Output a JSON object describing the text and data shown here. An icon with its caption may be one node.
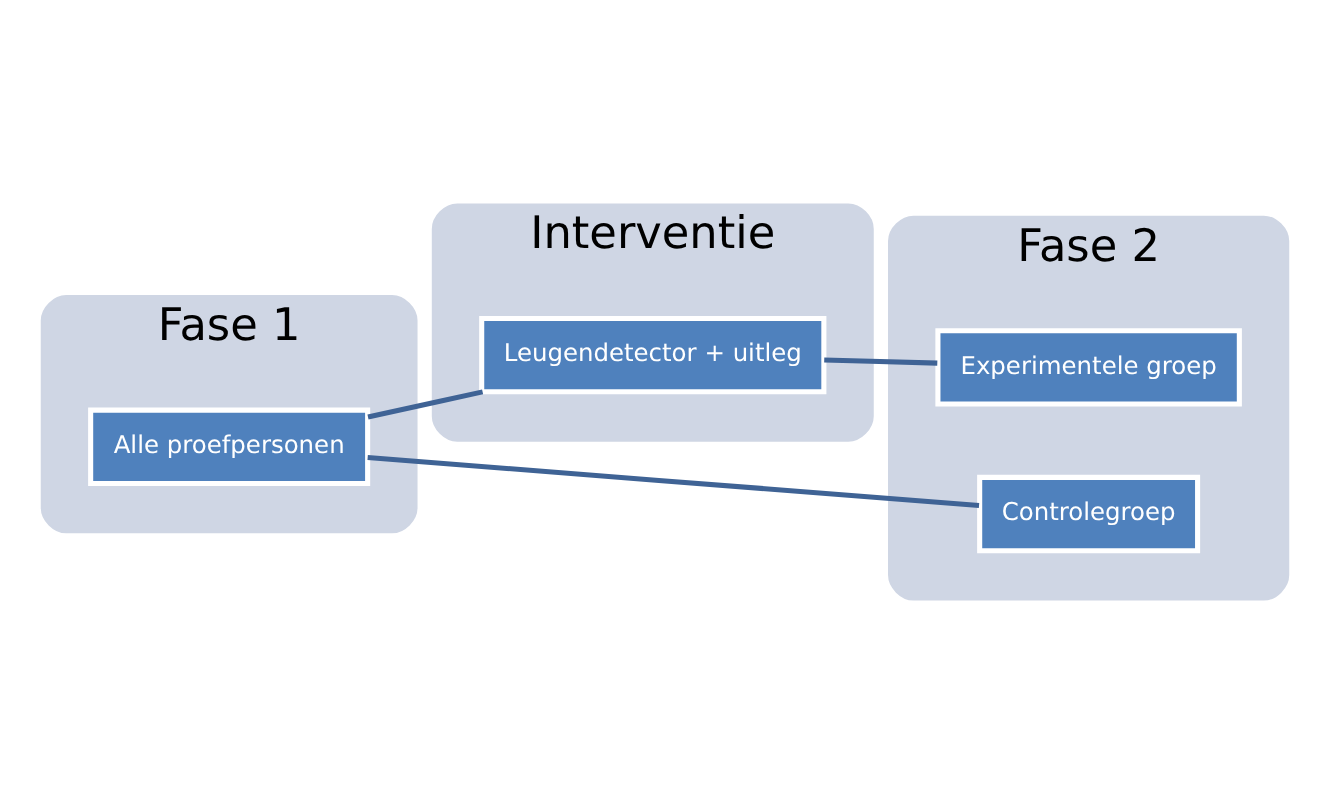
{
  "diagram": {
    "nodes": [
      {
        "text": [
          "Fase 1"
        ]
      },
      {
        "text": [
          "Interventie"
        ]
      },
      {
        "text": [
          "Fase 2"
        ]
      },
      {
        "text": [
          "Alle proefpersonen"
        ],
        "in": 0
      },
      {
        "text": [
          "Leugendetector + uitleg"
        ],
        "in": 1
      },
      {
        "text": [
          "Experimentele groep"
        ],
        "in": 2
      },
      {
        "text": [
          "Controlegroep"
        ],
        "in": 2
      }
    ],
    "edges": [
      {
        "from": 3,
        "to": 4,
        "arrow": "none"
      },
      {
        "from": 4,
        "to": 5,
        "arrow": "none"
      },
      {
        "from": 3,
        "to": 6,
        "arrow": "none"
      }
    ]
  }
}
